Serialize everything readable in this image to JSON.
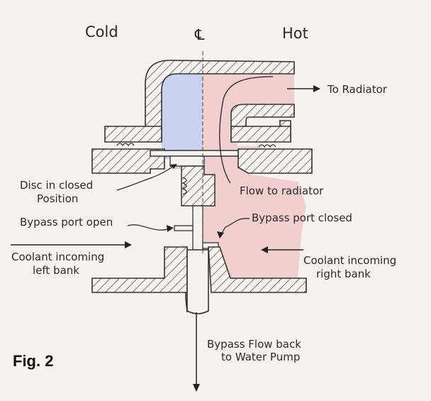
{
  "headers": {
    "cold": "Cold",
    "centerline": "℄",
    "hot": "Hot"
  },
  "labels": {
    "to_radiator": "To Radiator",
    "disc_line1": "Disc in closed",
    "disc_line2": "Position",
    "flow_to_radiator": "Flow to radiator",
    "bypass_open": "Bypass port open",
    "bypass_closed": "Bypass port closed",
    "coolant_left_line1": "Coolant incoming",
    "coolant_left_line2": "left bank",
    "coolant_right_line1": "Coolant incoming",
    "coolant_right_line2": "right bank",
    "bypass_flow_line1": "Bypass Flow back",
    "bypass_flow_line2": "to Water Pump"
  },
  "figure_label": "Fig. 2",
  "colors": {
    "cold_fill": "#c9d2ee",
    "hot_fill": "#f2cfcf",
    "ink": "#2a2a2a",
    "paper": "#f6f3ee"
  }
}
